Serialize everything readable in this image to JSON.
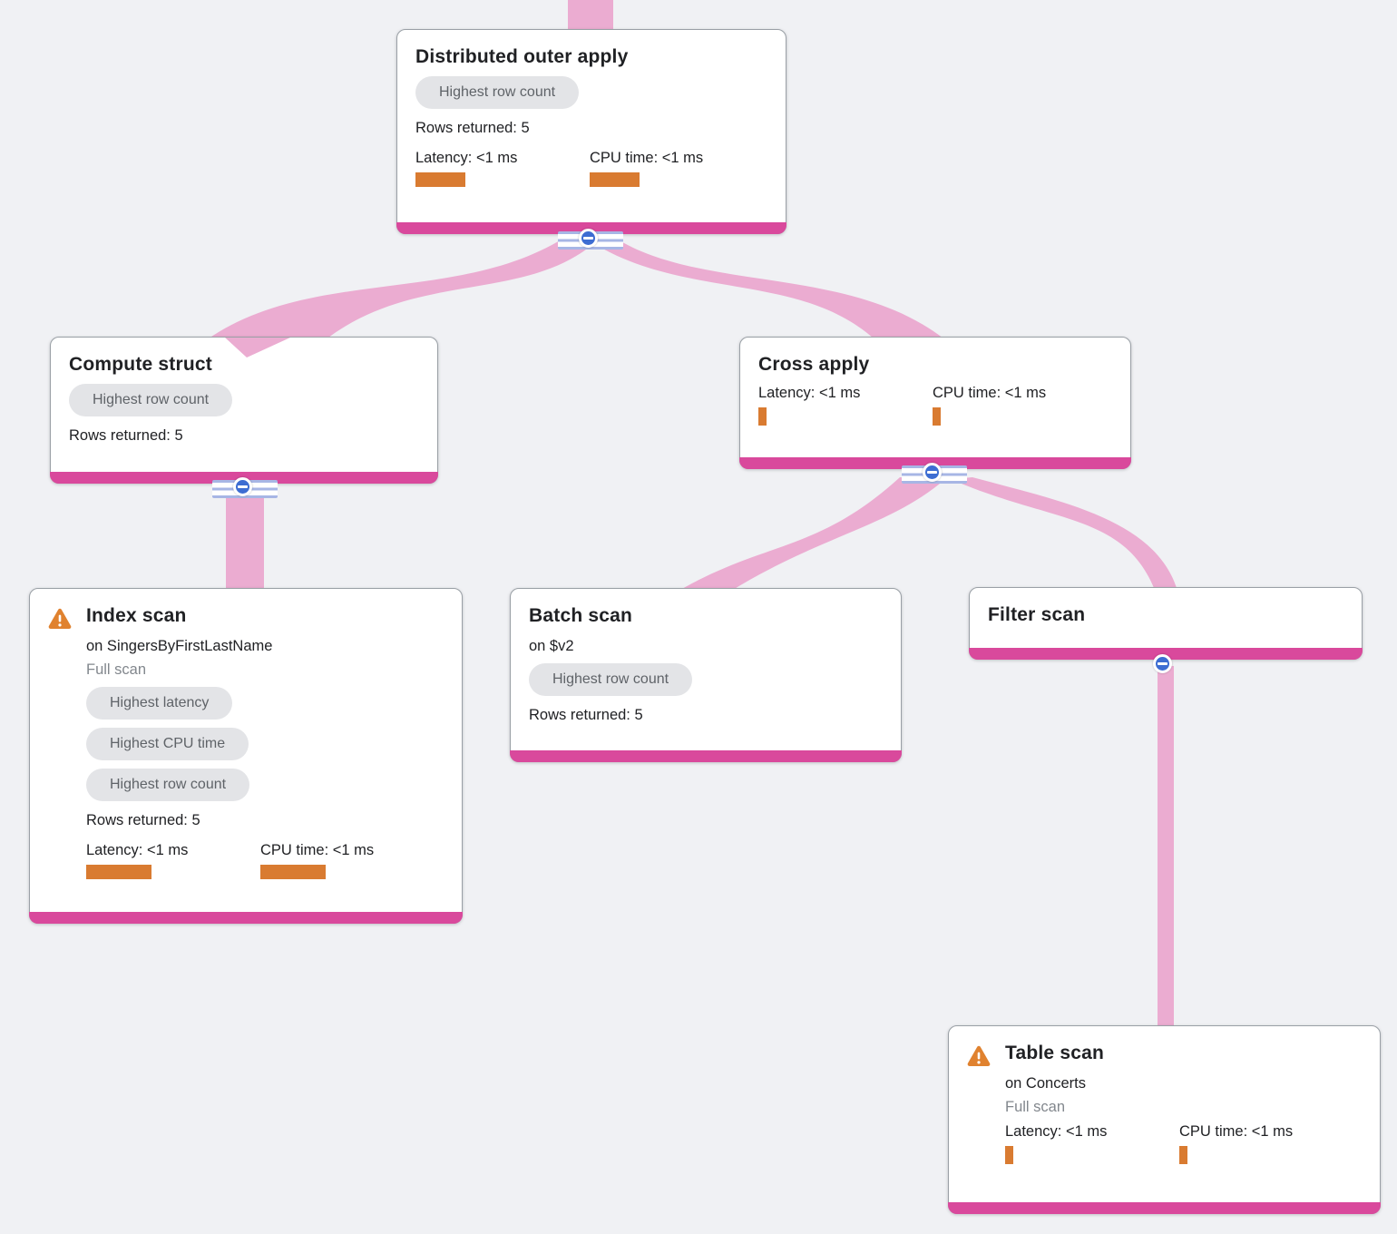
{
  "diagram": {
    "kind": "query-execution-plan-tree",
    "colors": {
      "background": "#F0F1F4",
      "link_pink": "#EBACD1",
      "node_accent_magenta": "#D9499C",
      "metric_bar_orange": "#D97B31",
      "warning_icon_orange": "#E0822F",
      "collapse_button_blue": "#3D6DD2",
      "collapse_stripe_blue": "#A7B6E5",
      "badge_background": "#E3E4E7",
      "badge_text": "#5F6368"
    },
    "icons": {
      "warning": "warning-triangle-icon",
      "collapse": "minus-icon"
    },
    "nodes": {
      "distributed_outer_apply": {
        "title": "Distributed outer apply",
        "badges": [
          "Highest row count"
        ],
        "rows_returned": "Rows returned: 5",
        "latency": "Latency: <1 ms",
        "cpu_time": "CPU time: <1 ms"
      },
      "compute_struct": {
        "title": "Compute struct",
        "badges": [
          "Highest row count"
        ],
        "rows_returned": "Rows returned: 5"
      },
      "index_scan": {
        "title": "Index scan",
        "subtitle": "on SingersByFirstLastName",
        "scan_type": "Full scan",
        "has_warning": true,
        "badges": [
          "Highest latency",
          "Highest CPU time",
          "Highest row count"
        ],
        "rows_returned": "Rows returned: 5",
        "latency": "Latency: <1 ms",
        "cpu_time": "CPU time: <1 ms"
      },
      "cross_apply": {
        "title": "Cross apply",
        "latency": "Latency: <1 ms",
        "cpu_time": "CPU time: <1 ms"
      },
      "batch_scan": {
        "title": "Batch scan",
        "subtitle": "on $v2",
        "badges": [
          "Highest row count"
        ],
        "rows_returned": "Rows returned: 5"
      },
      "filter_scan": {
        "title": "Filter scan"
      },
      "table_scan": {
        "title": "Table scan",
        "subtitle": "on Concerts",
        "scan_type": "Full scan",
        "has_warning": true,
        "latency": "Latency: <1 ms",
        "cpu_time": "CPU time: <1 ms"
      }
    },
    "edges": [
      {
        "from": "distributed_outer_apply",
        "to": "compute_struct"
      },
      {
        "from": "distributed_outer_apply",
        "to": "cross_apply"
      },
      {
        "from": "compute_struct",
        "to": "index_scan"
      },
      {
        "from": "cross_apply",
        "to": "batch_scan"
      },
      {
        "from": "cross_apply",
        "to": "filter_scan"
      },
      {
        "from": "filter_scan",
        "to": "table_scan"
      }
    ]
  }
}
